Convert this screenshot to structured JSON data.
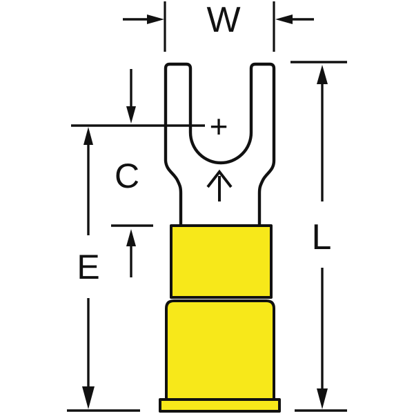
{
  "diagram": {
    "kind": "technical-dimension-drawing",
    "subject": "fork-spade-terminal-with-insulated-barrel",
    "dimension_labels": {
      "width": "W",
      "center": "C",
      "exposed": "E",
      "length": "L"
    },
    "marks": {
      "center_mark": "+"
    },
    "colors": {
      "line": "#111111",
      "insulation": "#F7E81A",
      "metal": "#FFFFFF",
      "background": "#FFFFFF"
    }
  }
}
